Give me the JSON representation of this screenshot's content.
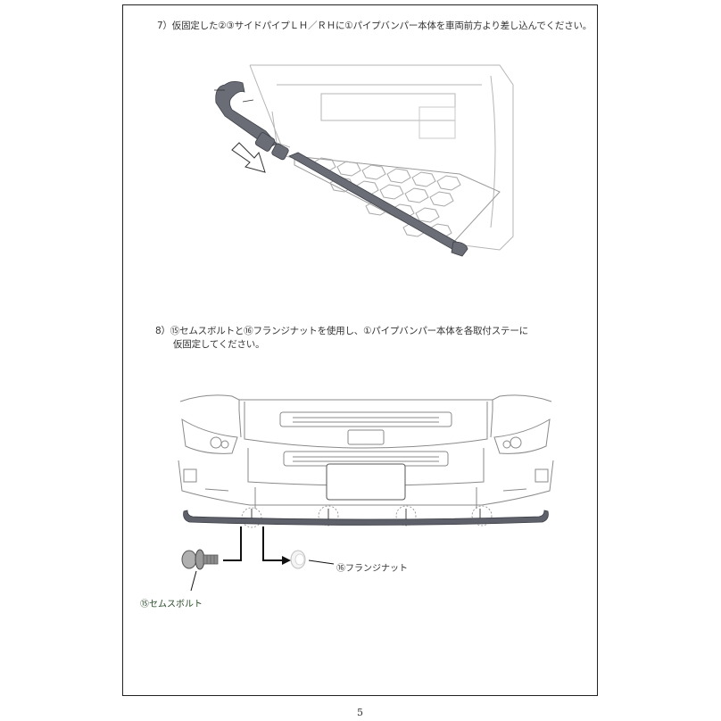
{
  "document": {
    "page_number": "5",
    "steps": [
      {
        "number": "7）",
        "text": "仮固定した②③サイドパイプＬＨ／ＲＨに①パイプバンパー本体を車両前方より差し込んでください。"
      },
      {
        "number": "8）",
        "text_line1": "⑮セムスボルトと⑯フランジナットを使用し、①パイプバンパー本体を各取付ステーに",
        "text_line2": "仮固定してください。"
      }
    ],
    "figures": [
      {
        "id": "fig-side-pipe-insert",
        "description": "Side pipe inserted into pipe bumper along truck step, arrow indicating forward insertion direction"
      },
      {
        "id": "fig-front-bumper-mount",
        "description": "Truck front view with pipe bumper attached at four mounting stays (dotted circles)"
      }
    ],
    "part_labels": {
      "bolt": "⑮セムスボルト",
      "nut": "⑯フランジナット"
    },
    "colors": {
      "pipe": "#5a5d66",
      "line_art": "#9a9a9a",
      "frame": "#222222"
    }
  }
}
